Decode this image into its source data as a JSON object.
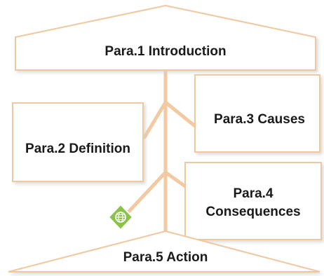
{
  "diagram": {
    "intro": {
      "label": "Para.1  Introduction"
    },
    "definition": {
      "label": "Para.2  Definition"
    },
    "causes": {
      "label": "Para.3  Causes"
    },
    "consequences": {
      "line1": "Para.4",
      "line2": "Consequences"
    },
    "action": {
      "label": "Para.5  Action"
    }
  },
  "colors": {
    "connector": "#f2c9a0",
    "box_stroke": "#f0c8a0",
    "box_shadow": "#d9d9d9",
    "icon_fill": "#8bc34a",
    "icon_border": "#ffffff",
    "text": "#1a1a1a"
  },
  "icons": {
    "marker": "globe-diamond-icon"
  }
}
